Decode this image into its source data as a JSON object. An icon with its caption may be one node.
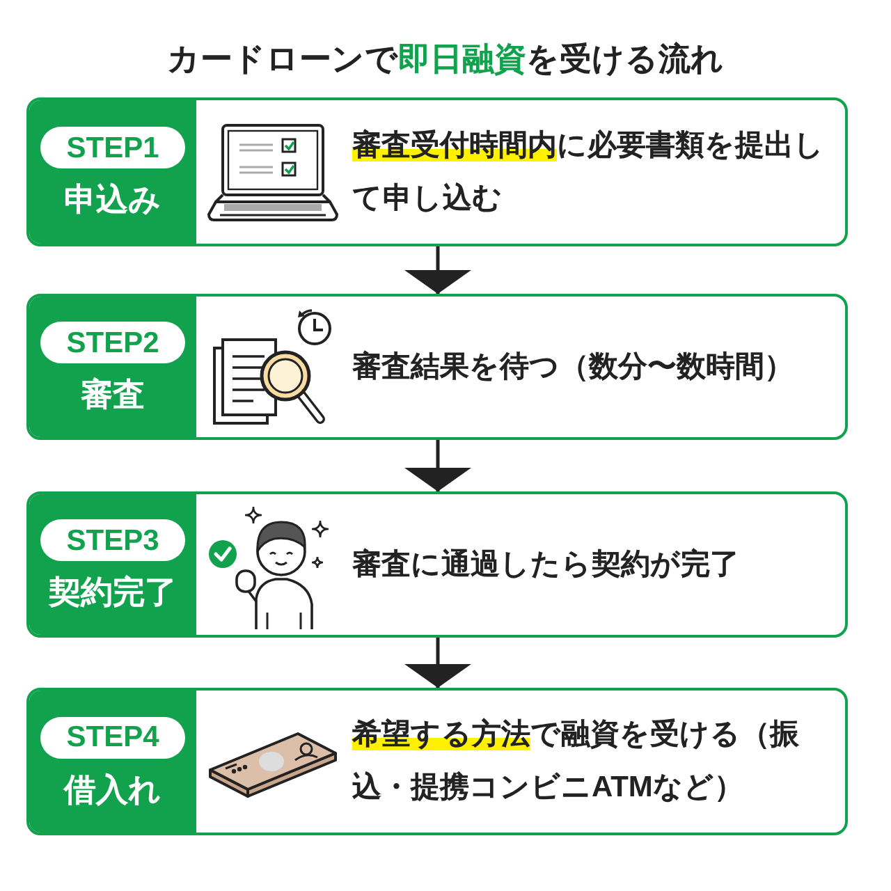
{
  "diagram": {
    "title": "カードローンで**即日融資**を受ける流れ",
    "nodes": [
      {
        "text": [
          "STEP1",
          "申込み",
          "**審査受付時間内**に必要書類を提出して申し込む"
        ]
      },
      {
        "text": [
          "STEP2",
          "審査",
          "審査結果を待つ（数分〜数時間）"
        ]
      },
      {
        "text": [
          "STEP3",
          "契約完了",
          "審査に通過したら契約が完了"
        ]
      },
      {
        "text": [
          "STEP4",
          "借入れ",
          "**希望する方法**で融資を受ける（振込・提携コンビニATMなど）"
        ]
      }
    ],
    "edges": [
      {
        "from": 0,
        "to": 1,
        "arrow": "to"
      },
      {
        "from": 1,
        "to": 2,
        "arrow": "to"
      },
      {
        "from": 2,
        "to": 3,
        "arrow": "to"
      }
    ]
  }
}
